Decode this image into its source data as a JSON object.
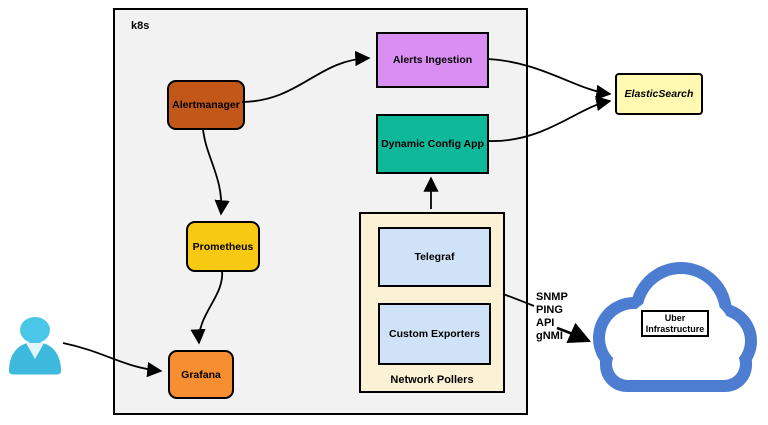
{
  "diagram": {
    "cluster": {
      "label": "k8s",
      "bg": "#F2F2F2"
    },
    "nodes": {
      "alertmanager": {
        "label": "Alertmanager",
        "fill": "#C2571A"
      },
      "alerts_ingestion": {
        "label": "Alerts Ingestion",
        "fill": "#DA8EF2"
      },
      "dynamic_config_app": {
        "label": "Dynamic Config App",
        "fill": "#10B89A"
      },
      "prometheus": {
        "label": "Prometheus",
        "fill": "#F8C913"
      },
      "grafana": {
        "label": "Grafana",
        "fill": "#F78E31"
      },
      "elasticsearch": {
        "label": "ElasticSearch",
        "fill": "#FFF9B1"
      },
      "network_pollers": {
        "label": "Network Pollers",
        "fill": "#FBF1D4"
      },
      "telegraf": {
        "label": "Telegraf",
        "fill": "#CFE2F7"
      },
      "custom_exporters": {
        "label": "Custom Exporters",
        "fill": "#CFE2F7"
      },
      "uber_infrastructure": {
        "label": "Uber Infrastructure",
        "fill": "#FFFFFF"
      }
    },
    "edge_labels": {
      "protocols": [
        "SNMP",
        "PING",
        "API",
        "gNMI"
      ]
    },
    "icons": {
      "user": "user-icon",
      "cloud": "cloud-icon"
    },
    "colors": {
      "edge": "#000000",
      "cloud_blue": "#4D7DD1",
      "person_head": "#4AC6E8",
      "person_body": "#3DB9DE",
      "person_collar": "#E2F5FA"
    }
  }
}
